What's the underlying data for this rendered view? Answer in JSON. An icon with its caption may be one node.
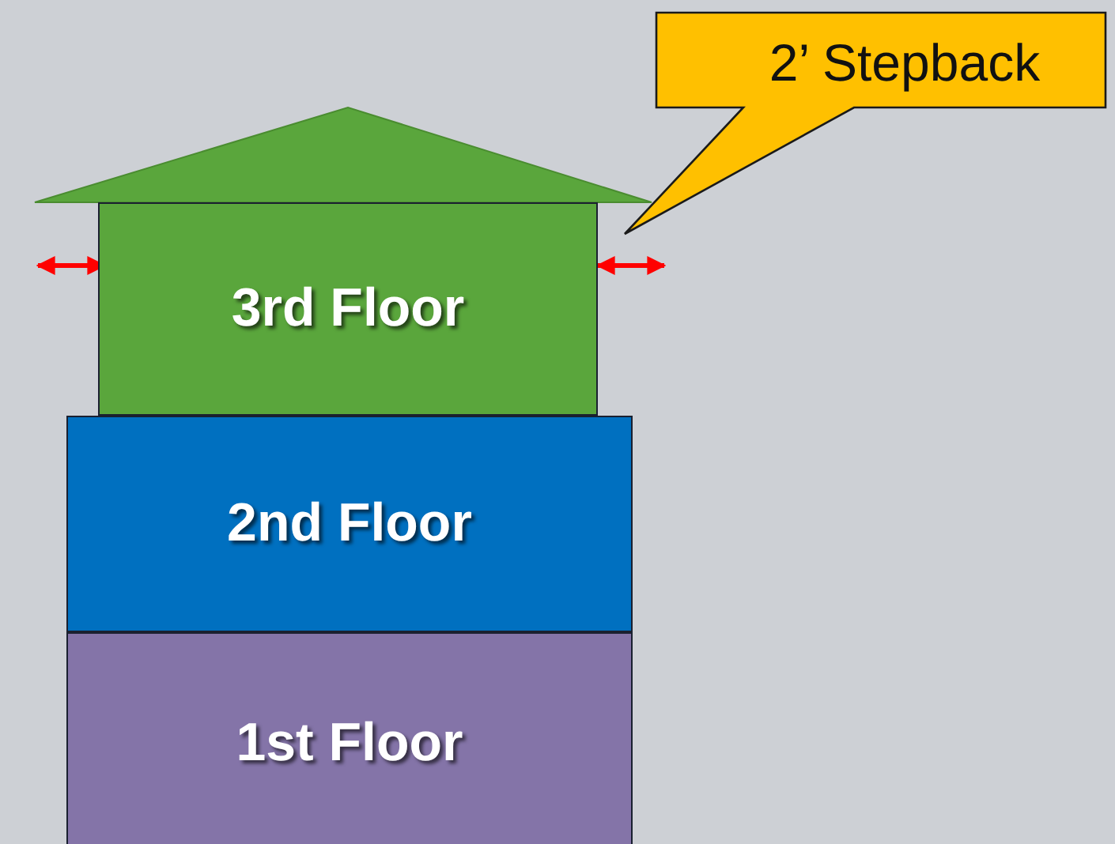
{
  "diagram": {
    "nodes": [
      {
        "text": [],
        "shape": "triangle"
      },
      {
        "text": [
          "3rd Floor"
        ]
      },
      {
        "text": [
          "2nd Floor"
        ]
      },
      {
        "text": [
          "1st Floor"
        ]
      },
      {
        "text": [
          "2’ Stepback"
        ]
      }
    ]
  }
}
